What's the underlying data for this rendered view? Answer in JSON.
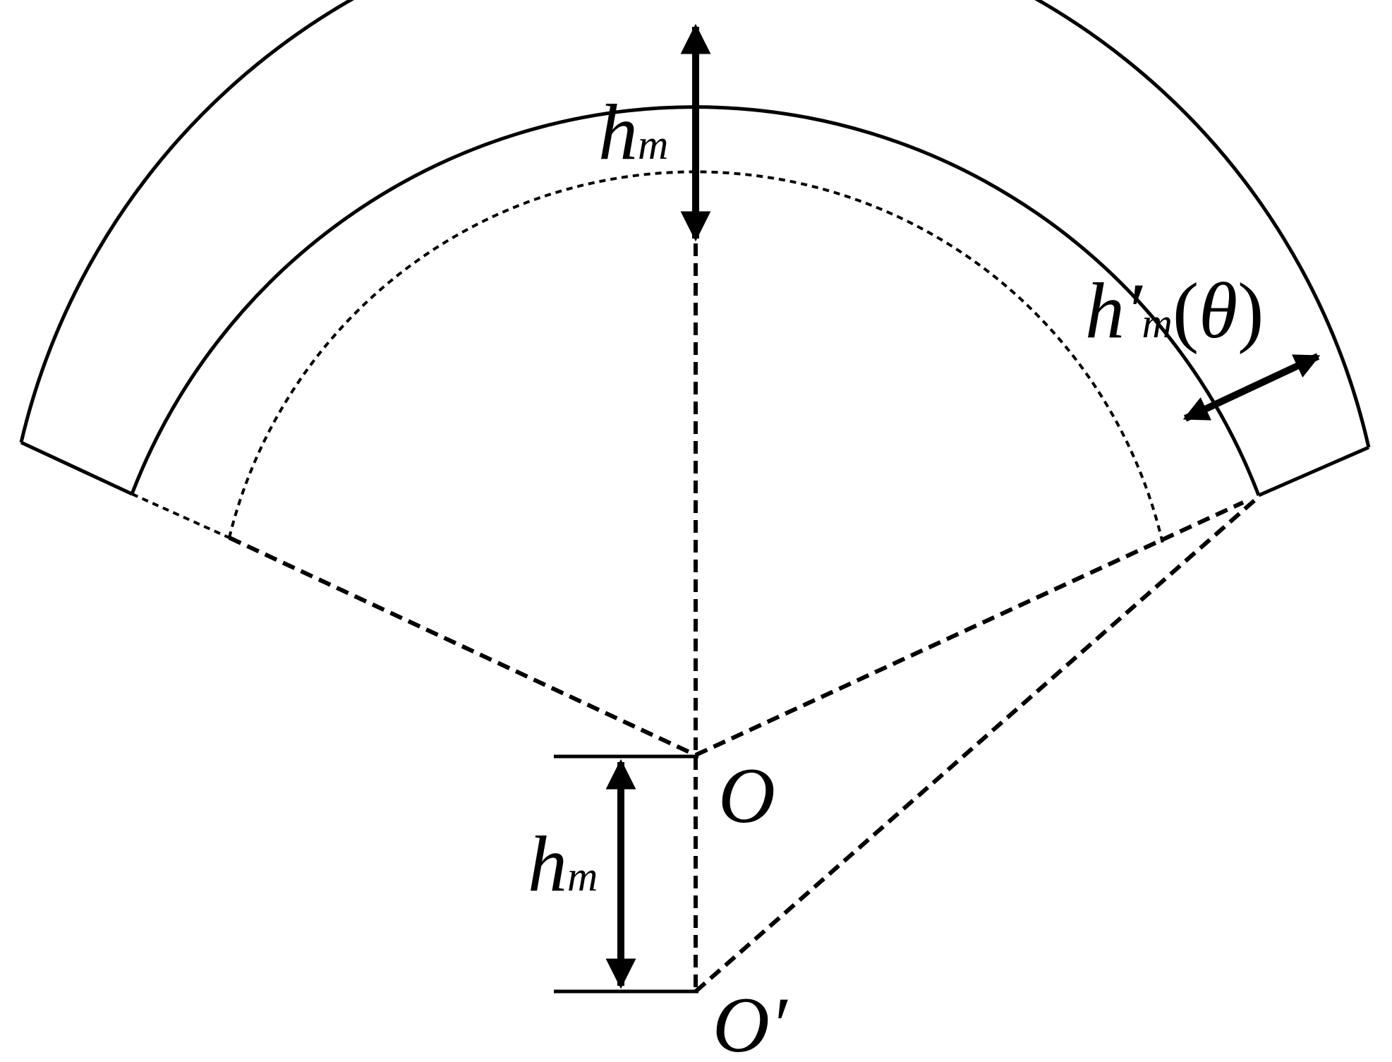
{
  "figure": {
    "labels": {
      "hm_top": {
        "main": "h",
        "sub": "m"
      },
      "hm_bottom": {
        "main": "h",
        "sub": "m"
      },
      "hm_theta": {
        "main": "h′",
        "sub": "m",
        "paren_open": "(",
        "theta": "θ",
        "paren_close": ")"
      },
      "origin": "O",
      "origin_prime": "O′"
    },
    "colors": {
      "stroke": "#000000",
      "background": "#ffffff"
    }
  }
}
